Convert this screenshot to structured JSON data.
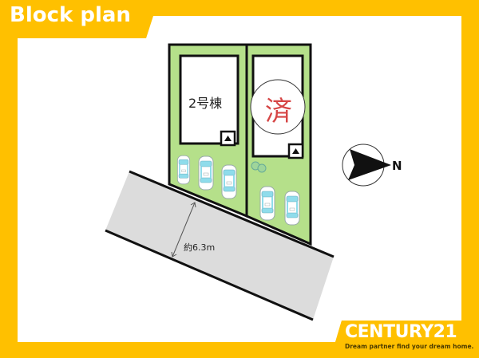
{
  "header": {
    "title": "Block plan"
  },
  "plan": {
    "lots": [
      {
        "id": "lot-2",
        "label": "2号棟",
        "status": "available",
        "parking_spaces": 3
      },
      {
        "id": "lot-sold",
        "label": "済",
        "status": "sold",
        "parking_spaces": 2
      }
    ],
    "road": {
      "width_label": "約6.3m"
    },
    "compass": {
      "direction_label": "N"
    }
  },
  "brand": {
    "logo": "CENTURY21",
    "tagline": "Dream partner find your dream home."
  },
  "colors": {
    "frame": "#FFC000",
    "lot_fill": "#B5E08A",
    "road_fill": "#DCDCDC",
    "car_glass": "#8FDCEB",
    "sold_mark": "#D64545"
  }
}
